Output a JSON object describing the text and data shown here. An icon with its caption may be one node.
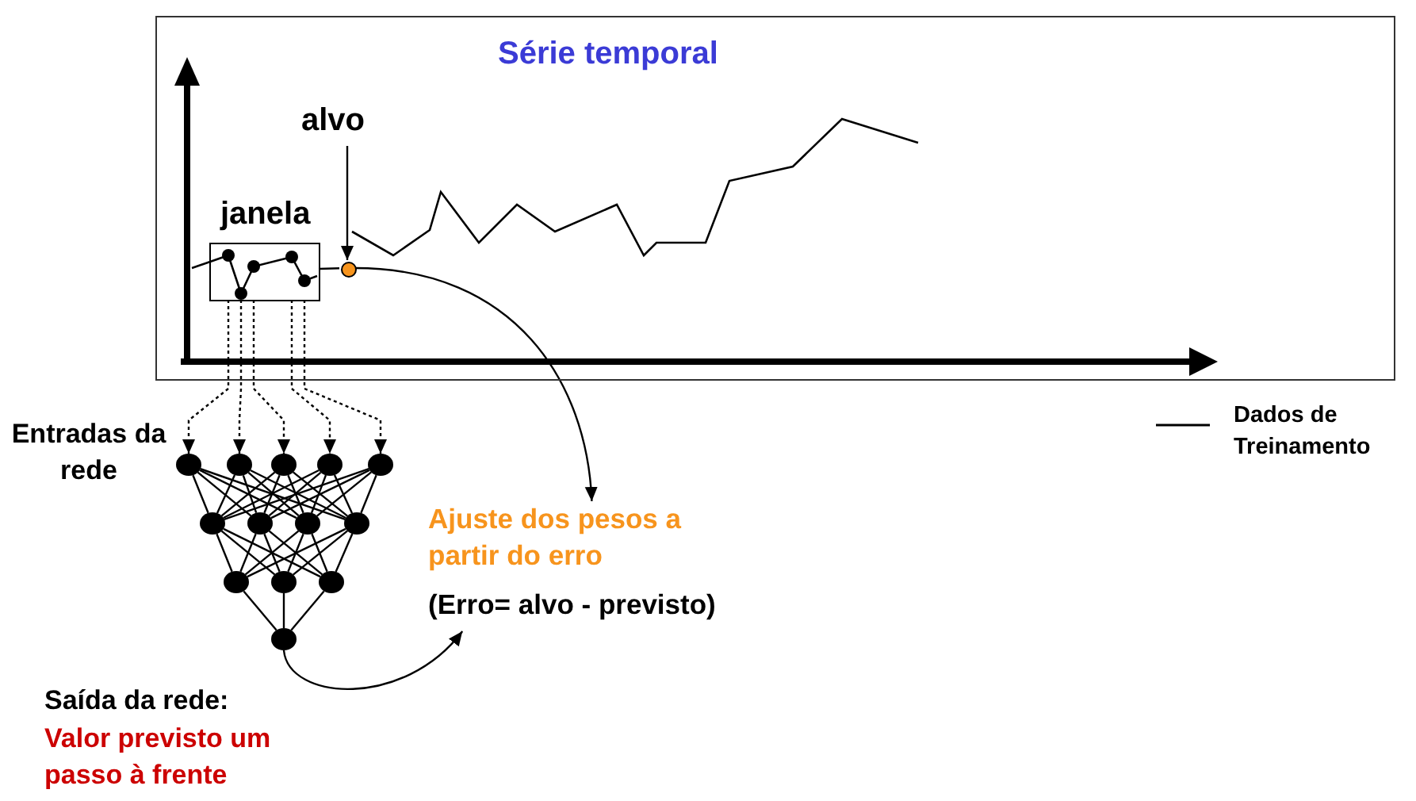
{
  "diagram": {
    "nodes": [
      {
        "text": [
          "Série temporal"
        ]
      },
      {
        "text": [
          "janela"
        ],
        "in": 0
      },
      {
        "text": [
          "alvo"
        ],
        "in": 0
      },
      {
        "text": [],
        "shape": "circle",
        "in": 0
      },
      {
        "text": [],
        "shape": "circle"
      },
      {
        "text": [],
        "shape": "circle"
      },
      {
        "text": [],
        "shape": "circle"
      },
      {
        "text": [],
        "shape": "circle"
      },
      {
        "text": [],
        "shape": "circle"
      },
      {
        "text": [],
        "shape": "circle"
      },
      {
        "text": [],
        "shape": "circle"
      },
      {
        "text": [],
        "shape": "circle"
      },
      {
        "text": [],
        "shape": "circle"
      },
      {
        "text": [],
        "shape": "circle"
      },
      {
        "text": [],
        "shape": "circle"
      },
      {
        "text": [],
        "shape": "circle"
      },
      {
        "text": [],
        "shape": "circle"
      },
      {
        "text": [
          "Ajuste dos pesos a partir do erro",
          "(Erro= alvo - previsto)"
        ]
      }
    ],
    "edges": [
      {
        "from": 2,
        "to": 3,
        "arrow": "to"
      },
      {
        "from": 1,
        "to": 4,
        "arrow": "to",
        "style": "dashed"
      },
      {
        "from": 1,
        "to": 5,
        "arrow": "to",
        "style": "dashed"
      },
      {
        "from": 1,
        "to": 6,
        "arrow": "to",
        "style": "dashed"
      },
      {
        "from": 1,
        "to": 7,
        "arrow": "to",
        "style": "dashed"
      },
      {
        "from": 1,
        "to": 8,
        "arrow": "to",
        "style": "dashed"
      },
      {
        "from": 3,
        "to": 17,
        "arrow": "to"
      },
      {
        "from": 16,
        "to": 17,
        "arrow": "to"
      },
      {
        "from": 4,
        "to": 9,
        "arrow": "none"
      },
      {
        "from": 4,
        "to": 10,
        "arrow": "none"
      },
      {
        "from": 4,
        "to": 11,
        "arrow": "none"
      },
      {
        "from": 4,
        "to": 12,
        "arrow": "none"
      },
      {
        "from": 5,
        "to": 9,
        "arrow": "none"
      },
      {
        "from": 5,
        "to": 10,
        "arrow": "none"
      },
      {
        "from": 5,
        "to": 11,
        "arrow": "none"
      },
      {
        "from": 5,
        "to": 12,
        "arrow": "none"
      },
      {
        "from": 6,
        "to": 9,
        "arrow": "none"
      },
      {
        "from": 6,
        "to": 10,
        "arrow": "none"
      },
      {
        "from": 6,
        "to": 11,
        "arrow": "none"
      },
      {
        "from": 6,
        "to": 12,
        "arrow": "none"
      },
      {
        "from": 7,
        "to": 9,
        "arrow": "none"
      },
      {
        "from": 7,
        "to": 10,
        "arrow": "none"
      },
      {
        "from": 7,
        "to": 11,
        "arrow": "none"
      },
      {
        "from": 7,
        "to": 12,
        "arrow": "none"
      },
      {
        "from": 8,
        "to": 9,
        "arrow": "none"
      },
      {
        "from": 8,
        "to": 10,
        "arrow": "none"
      },
      {
        "from": 8,
        "to": 11,
        "arrow": "none"
      },
      {
        "from": 8,
        "to": 12,
        "arrow": "none"
      },
      {
        "from": 9,
        "to": 13,
        "arrow": "none"
      },
      {
        "from": 9,
        "to": 14,
        "arrow": "none"
      },
      {
        "from": 9,
        "to": 15,
        "arrow": "none"
      },
      {
        "from": 10,
        "to": 13,
        "arrow": "none"
      },
      {
        "from": 10,
        "to": 14,
        "arrow": "none"
      },
      {
        "from": 10,
        "to": 15,
        "arrow": "none"
      },
      {
        "from": 11,
        "to": 13,
        "arrow": "none"
      },
      {
        "from": 11,
        "to": 14,
        "arrow": "none"
      },
      {
        "from": 11,
        "to": 15,
        "arrow": "none"
      },
      {
        "from": 12,
        "to": 13,
        "arrow": "none"
      },
      {
        "from": 12,
        "to": 14,
        "arrow": "none"
      },
      {
        "from": 12,
        "to": 15,
        "arrow": "none"
      },
      {
        "from": 13,
        "to": 16,
        "arrow": "none"
      },
      {
        "from": 14,
        "to": 16,
        "arrow": "none"
      },
      {
        "from": 15,
        "to": 16,
        "arrow": "none"
      },
      {
        "from": 1,
        "to": 3,
        "arrow": "none"
      }
    ],
    "labels": [
      "Entradas da rede",
      "Saída da rede:",
      "Valor previsto um passo à frente"
    ],
    "legend": [
      {
        "text": "Dados de Treinamento"
      }
    ]
  }
}
